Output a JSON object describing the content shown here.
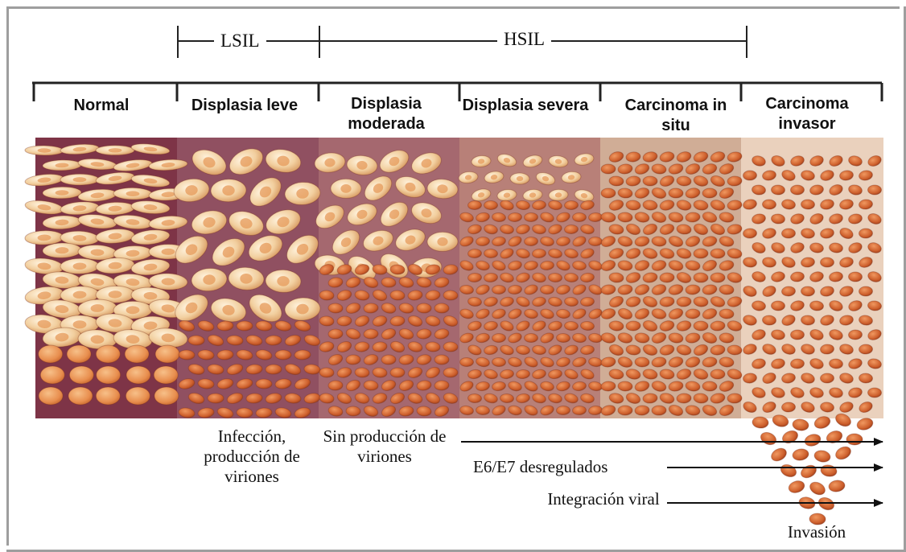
{
  "lesion_brackets": {
    "lsil": "LSIL",
    "hsil": "HSIL"
  },
  "grades": [
    {
      "label": "Normal",
      "color": "#7e3447"
    },
    {
      "label": "Displasia leve",
      "color": "#905061"
    },
    {
      "label": "Displasia moderada",
      "color": "#a5686f"
    },
    {
      "label": "Displasia severa",
      "color": "#b88078"
    },
    {
      "label": "Carcinoma in situ",
      "color": "#d0ad96"
    },
    {
      "label": "Carcinoma invasor",
      "color": "#ead1bd"
    }
  ],
  "notes": {
    "infection": "Infección, producción de viriones",
    "no_production": "Sin producción de viriones",
    "e6e7": "E6/E7 desregulados",
    "integration": "Integración viral",
    "invasion": "Invasión"
  },
  "colors": {
    "normal_cell": "#f0c99d",
    "tumor_cell": "#c85a2d",
    "arrow": "#111111"
  }
}
